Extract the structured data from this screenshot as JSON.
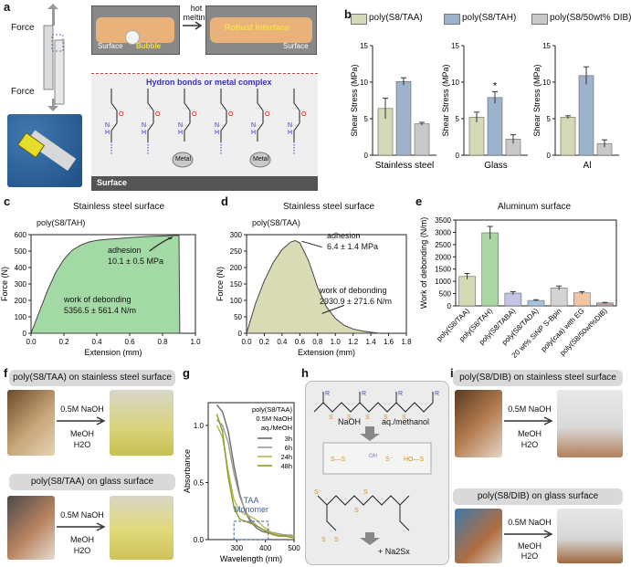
{
  "panel_labels": {
    "a": "a",
    "b": "b",
    "c": "c",
    "d": "d",
    "e": "e",
    "f": "f",
    "g": "g",
    "h": "h",
    "i": "i"
  },
  "panel_a": {
    "force_top": "Force",
    "force_bottom": "Force",
    "hot_melting": "hot\nmelting",
    "surface_left": "Surface",
    "bubble": "Bubble",
    "robust_interface": "Robust Interface",
    "surface_right": "Surface",
    "hbond_title": "Hydron bonds or metal complex",
    "metal_1": "Metal",
    "metal_2": "Metal",
    "surface_bottom": "Surface"
  },
  "panel_b": {
    "legend": [
      "poly(S8/TAA)",
      "poly(S8/TAH)",
      "poly(S8/50wt% DIB)"
    ],
    "legend_colors": [
      "#d6d9b5",
      "#9db3cb",
      "#c9c9c9"
    ],
    "star": "*"
  },
  "panel_c": {
    "title": "Stainless steel surface",
    "sample": "poly(S8/TAH)",
    "adhesion_label": "adhesion",
    "adhesion_value": "10.1 ± 0.5 MPa",
    "work_label": "work of debonding",
    "work_value": "5356.5 ± 561.4 N/m"
  },
  "panel_d": {
    "title": "Stainless steel surface",
    "sample": "poly(S8/TAA)",
    "adhesion_label": "adhesion",
    "adhesion_value": "6.4 ± 1.4 MPa",
    "work_label": "work of debonding",
    "work_value": "2930.9 ± 271.6 N/m"
  },
  "panel_e": {
    "title": "Aluminum surface"
  },
  "panel_f": {
    "top_banner": "poly(S8/TAA) on stainless steel surface",
    "bottom_banner": "poly(S8/TAA) on glass surface",
    "arrow_top": "0.5M NaOH",
    "cond_top": "MeOH\nH2O",
    "arrow_bottom": "0.5M NaOH",
    "cond_bottom": "MeOH\nH2O"
  },
  "panel_h": {
    "reagent": "NaOH",
    "solvent": "aq./methanol",
    "product": "+ Na2Sx"
  },
  "panel_i": {
    "top_banner": "poly(S8/DIB) on stainless steel surface",
    "bottom_banner": "poly(S8/DIB) on glass surface",
    "arrow_top": "0.5M NaOH",
    "cond_top": "MeOH\nH2O",
    "arrow_bottom": "0.5M NaOH",
    "cond_bottom": "MeOH\nH2O"
  },
  "chart_data": [
    {
      "id": "b1",
      "type": "bar",
      "xlabel": "Stainless steel",
      "ylabel": "Shear Stress (MPa)",
      "ylim": [
        0,
        15
      ],
      "yticks": [
        0,
        5,
        10,
        15
      ],
      "categories": [
        "poly(S8/TAA)",
        "poly(S8/TAH)",
        "poly(S8/50wt% DIB)"
      ],
      "values": [
        6.4,
        10.1,
        4.3
      ],
      "errors": [
        1.4,
        0.5,
        0.2
      ]
    },
    {
      "id": "b2",
      "type": "bar",
      "xlabel": "Glass",
      "ylabel": "Shear Stress (MPa)",
      "ylim": [
        0,
        15
      ],
      "yticks": [
        0,
        5,
        10,
        15
      ],
      "categories": [
        "poly(S8/TAA)",
        "poly(S8/TAH)",
        "poly(S8/50wt% DIB)"
      ],
      "values": [
        5.2,
        7.9,
        2.2
      ],
      "errors": [
        0.7,
        0.8,
        0.6
      ]
    },
    {
      "id": "b3",
      "type": "bar",
      "xlabel": "Al",
      "ylabel": "Shear Stress (MPa)",
      "ylim": [
        0,
        15
      ],
      "yticks": [
        0,
        5,
        10,
        15
      ],
      "categories": [
        "poly(S8/TAA)",
        "poly(S8/TAH)",
        "poly(S8/50wt% DIB)"
      ],
      "values": [
        5.2,
        10.9,
        1.6
      ],
      "errors": [
        0.2,
        1.2,
        0.5
      ]
    },
    {
      "id": "c",
      "type": "area",
      "xlabel": "Extension (mm)",
      "ylabel": "Force (N)",
      "xlim": [
        0,
        1.0
      ],
      "ylim": [
        0,
        600
      ],
      "xticks": [
        0.0,
        0.2,
        0.4,
        0.6,
        0.8,
        1.0
      ],
      "yticks": [
        0,
        100,
        200,
        300,
        400,
        500,
        600
      ],
      "x": [
        0.0,
        0.05,
        0.1,
        0.15,
        0.2,
        0.25,
        0.3,
        0.35,
        0.4,
        0.45,
        0.5,
        0.55,
        0.6,
        0.65,
        0.7,
        0.75,
        0.8,
        0.85,
        0.9,
        0.905
      ],
      "y": [
        0,
        130,
        260,
        370,
        450,
        505,
        535,
        555,
        565,
        570,
        574,
        578,
        582,
        585,
        588,
        590,
        592,
        594,
        596,
        0
      ]
    },
    {
      "id": "d",
      "type": "area",
      "xlabel": "Extension (mm)",
      "ylabel": "Force (N)",
      "xlim": [
        0,
        1.8
      ],
      "ylim": [
        0,
        300
      ],
      "xticks": [
        0.0,
        0.2,
        0.4,
        0.6,
        0.8,
        1.0,
        1.2,
        1.4,
        1.6,
        1.8
      ],
      "yticks": [
        0,
        50,
        100,
        150,
        200,
        250,
        300
      ],
      "x": [
        0.0,
        0.1,
        0.2,
        0.3,
        0.4,
        0.5,
        0.55,
        0.6,
        0.7,
        0.8,
        0.9,
        1.0,
        1.1,
        1.2,
        1.3,
        1.4,
        1.5
      ],
      "y": [
        0,
        90,
        160,
        215,
        255,
        278,
        282,
        275,
        220,
        140,
        80,
        45,
        24,
        13,
        7,
        3,
        0
      ]
    },
    {
      "id": "e",
      "type": "bar",
      "title": "Aluminum surface",
      "ylabel": "Work of debonding (N/m)",
      "ylim": [
        0,
        3500
      ],
      "yticks": [
        0,
        500,
        1000,
        1500,
        2000,
        2500,
        3000,
        3500
      ],
      "categories": [
        "poly(S8/TAA)",
        "poly(S8/TAH)",
        "poly(S8/TABA)",
        "poly(S8/TADA)",
        "20 wt% SiNP S-Bpin",
        "poly(caa) with EG",
        "poly(S8/50wt%DIB)"
      ],
      "values": [
        1200,
        2980,
        520,
        220,
        730,
        530,
        120
      ],
      "errors": [
        120,
        260,
        60,
        30,
        80,
        50,
        20
      ],
      "colors": [
        "#d6d9b5",
        "#a9d6a3",
        "#c3c3e6",
        "#a7c4de",
        "#d3d3d3",
        "#f3c6a3",
        "#b9a3a3"
      ]
    },
    {
      "id": "g",
      "type": "line",
      "xlabel": "Wavelength (nm)",
      "ylabel": "Absorbance",
      "xlim": [
        200,
        500
      ],
      "ylim": [
        0,
        1.2
      ],
      "xticks": [
        300,
        400,
        500
      ],
      "yticks": [
        0.0,
        0.5,
        1.0
      ],
      "legend_title": "poly(S8/TAA)\n0.5M NaOH\naq./MeOH",
      "annotation": "TAA\nMonomer",
      "x": [
        230,
        250,
        270,
        290,
        310,
        330,
        350,
        370,
        390,
        410,
        430,
        450,
        470,
        490,
        500
      ],
      "series": [
        {
          "name": "3h",
          "color": "#6b6b6b",
          "values": [
            1.18,
            1.12,
            0.95,
            0.65,
            0.4,
            0.24,
            0.15,
            0.1,
            0.07,
            0.06,
            0.05,
            0.04,
            0.04,
            0.03,
            0.03
          ]
        },
        {
          "name": "6h",
          "color": "#9a9a9a",
          "values": [
            1.05,
            1.0,
            0.85,
            0.58,
            0.38,
            0.25,
            0.17,
            0.12,
            0.09,
            0.07,
            0.06,
            0.05,
            0.04,
            0.04,
            0.03
          ]
        },
        {
          "name": "24h",
          "color": "#b5b95a",
          "values": [
            1.0,
            0.9,
            0.6,
            0.35,
            0.25,
            0.22,
            0.2,
            0.17,
            0.12,
            0.08,
            0.05,
            0.04,
            0.03,
            0.03,
            0.03
          ]
        },
        {
          "name": "48h",
          "color": "#8e9a1f",
          "values": [
            1.1,
            0.95,
            0.55,
            0.28,
            0.18,
            0.16,
            0.14,
            0.12,
            0.09,
            0.06,
            0.04,
            0.03,
            0.03,
            0.02,
            0.02
          ]
        }
      ]
    }
  ]
}
